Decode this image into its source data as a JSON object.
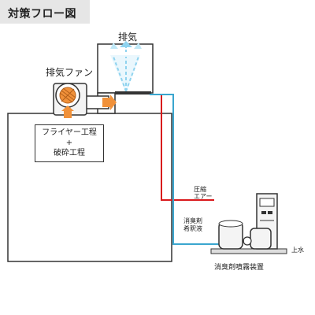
{
  "header": {
    "title": "対策フロー図"
  },
  "labels": {
    "exhaust": "排気",
    "exhaust_fan": "排気ファン",
    "process_line1": "フライヤー工程",
    "process_line2": "+",
    "process_line3": "破砕工程",
    "compressed_air_line1": "圧縮",
    "compressed_air_line2": "エアー",
    "deodorant_line1": "消臭剤",
    "deodorant_line2": "希釈液",
    "tap_water": "上水",
    "device": "消臭剤噴霧装置"
  },
  "colors": {
    "air_line": "#d9191c",
    "liquid_line": "#3aa6cf",
    "arrow_orange": "#f0913a",
    "spray_blue": "#8fd3ef",
    "outline": "#333333",
    "title_bg": "#e6e6e6"
  },
  "icons": [
    "fan-icon",
    "airflow-arrow-icon",
    "spray-mist-icon",
    "tank-icon",
    "pump-icon",
    "control-panel-icon"
  ]
}
